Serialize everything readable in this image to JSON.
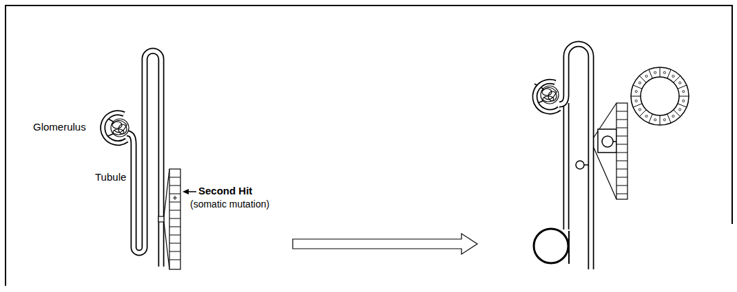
{
  "diagram": {
    "labels": [
      "Glomerulus",
      "Tubule",
      "Second Hit",
      "(somatic mutation)"
    ]
  }
}
